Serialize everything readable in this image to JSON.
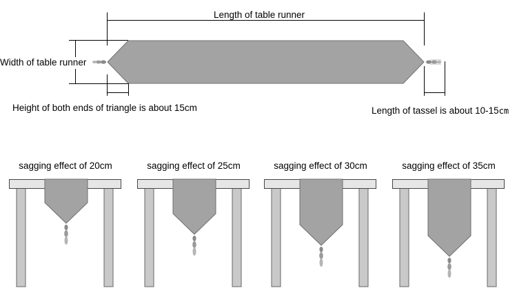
{
  "runner": {
    "length_label": "Length of table runner",
    "width_label": "Width of table runner",
    "triangle_label": "Height of both ends of triangle is about 15cm",
    "tassel_label_main": "Length of tassel is about 10-15",
    "tassel_label_unit": "cm"
  },
  "sagging": [
    {
      "label": "sagging effect of 20cm",
      "drop_cm": 20
    },
    {
      "label": "sagging effect of 25cm",
      "drop_cm": 25
    },
    {
      "label": "sagging effect of 30cm",
      "drop_cm": 30
    },
    {
      "label": "sagging effect of 35cm",
      "drop_cm": 35
    }
  ],
  "colors": {
    "runner_fill": "#a3a3a3",
    "runner_stroke": "#6f6f6f",
    "table_top": "#e6e6e6",
    "leg_fill": "#c9c9c9",
    "tassel": "#8a8a8a",
    "line": "#000000"
  }
}
